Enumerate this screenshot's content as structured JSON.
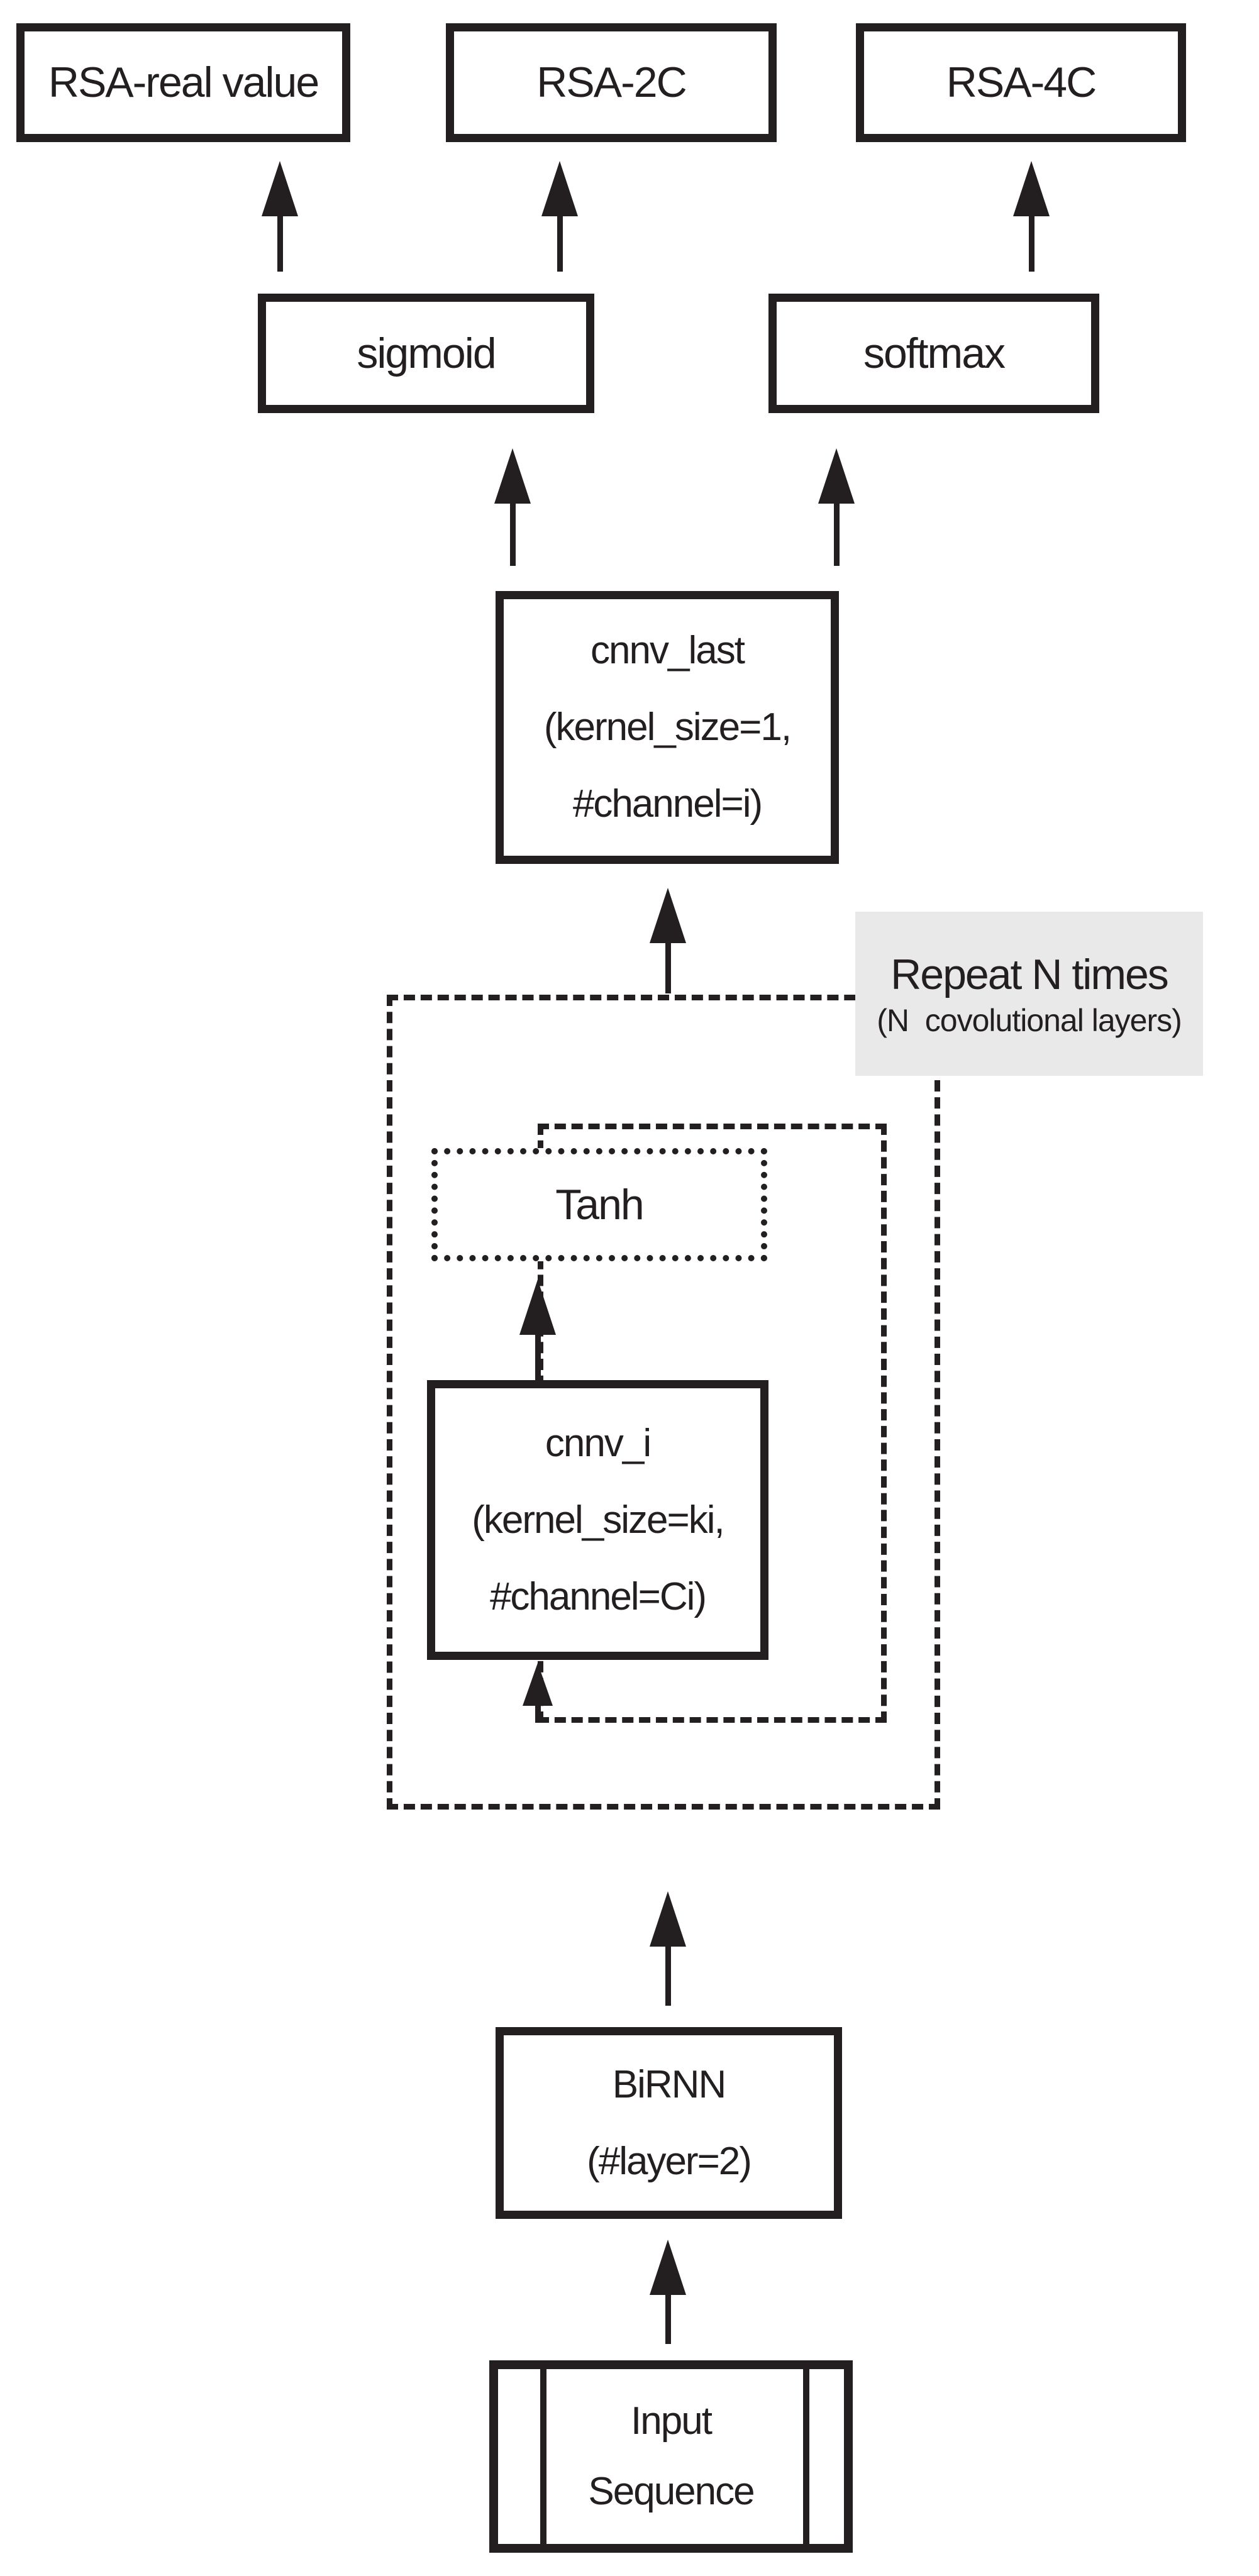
{
  "diagram": {
    "outputs": {
      "rsa_real": "RSA-real value",
      "rsa_2c": "RSA-2C",
      "rsa_4c": "RSA-4C"
    },
    "activations": {
      "sigmoid": "sigmoid",
      "softmax": "softmax"
    },
    "cnnv_last": {
      "line1": "cnnv_last",
      "line2": "(kernel_size=1,",
      "line3": "#channel=i)"
    },
    "repeat_note": {
      "title": "Repeat N times",
      "subtitle": "(N  covolutional layers)"
    },
    "tanh": "Tanh",
    "cnnv_i": {
      "line1": "cnnv_i",
      "line2": "(kernel_size=ki,",
      "line3": "#channel=Ci)"
    },
    "birnn": {
      "line1": "BiRNN",
      "line2": "(#layer=2)"
    },
    "input": {
      "line1": "Input",
      "line2": "Sequence"
    },
    "colors": {
      "ink": "#231f20",
      "note_bg": "#e9e9e9",
      "paper": "#ffffff"
    }
  }
}
